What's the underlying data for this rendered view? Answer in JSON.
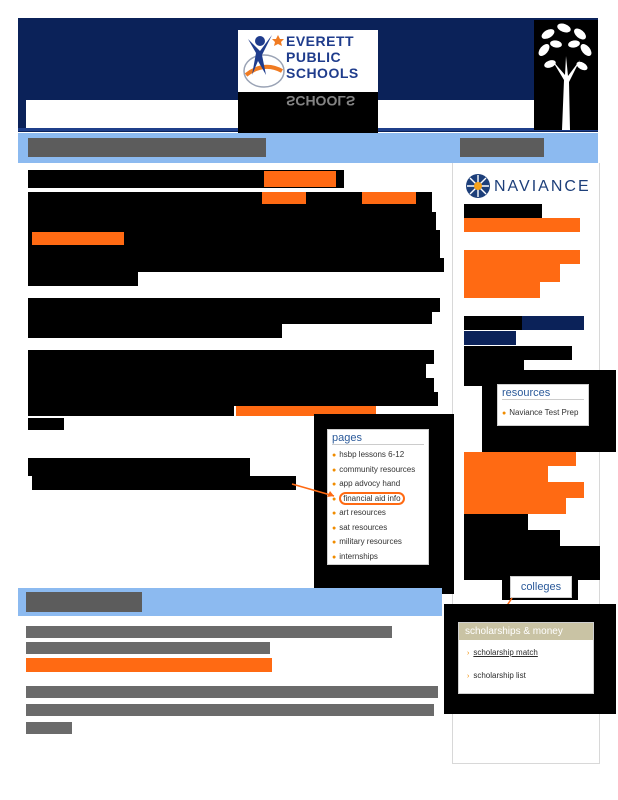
{
  "logo": {
    "line1": "EVERETT",
    "line2": "PUBLIC",
    "line3": "SCHOOLS",
    "mirror": "SCHOOLS"
  },
  "naviance": {
    "name": "NAVIANCE"
  },
  "pages_box": {
    "title": "pages",
    "items": [
      "hsbp lessons 6-12",
      "community resources",
      "app advocy hand",
      "financial aid info",
      "art resources",
      "sat resources",
      "military resources",
      "internships"
    ]
  },
  "resources_box": {
    "title": "resources",
    "items": [
      "Naviance Test Prep"
    ]
  },
  "colleges_label": "colleges",
  "scholarships_box": {
    "title": "scholarships & money",
    "items": [
      "scholarship match",
      "scholarship list"
    ]
  },
  "colors": {
    "navy": "#0b2259",
    "band": "#8cbaf0",
    "orange": "#ff6a13",
    "redaction": "#000000"
  }
}
